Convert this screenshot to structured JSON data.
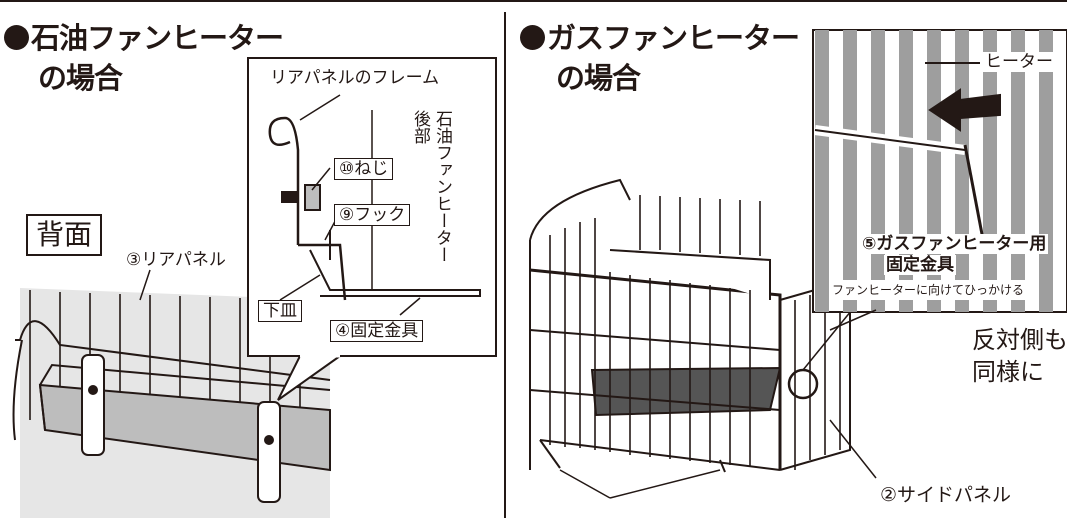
{
  "left": {
    "heading_line1": "石油ファンヒーター",
    "heading_line2": "の場合",
    "view_label": "背面",
    "rear_panel": "③リアパネル",
    "detail": {
      "frame": "リアパネルのフレーム",
      "rear": "後部",
      "heater": "石油ファンヒーター",
      "screw": "⑩ねじ",
      "hook": "⑨フック",
      "tray": "下皿",
      "bracket": "④固定金具"
    }
  },
  "right": {
    "heading_line1": "ガスファンヒーター",
    "heading_line2": "の場合",
    "detail": {
      "heater": "ヒーター",
      "bracket_line1": "⑤ガスファンヒーター用",
      "bracket_line2": "固定金具",
      "instruction": "ファンヒーターに向けてひっかける"
    },
    "note_line1": "反対側も",
    "note_line2": "同様に",
    "side_panel": "②サイドパネル"
  },
  "colors": {
    "ink": "#231815",
    "panel_gray": "#d9d9d9",
    "dark_gray": "#4d4d4d"
  }
}
